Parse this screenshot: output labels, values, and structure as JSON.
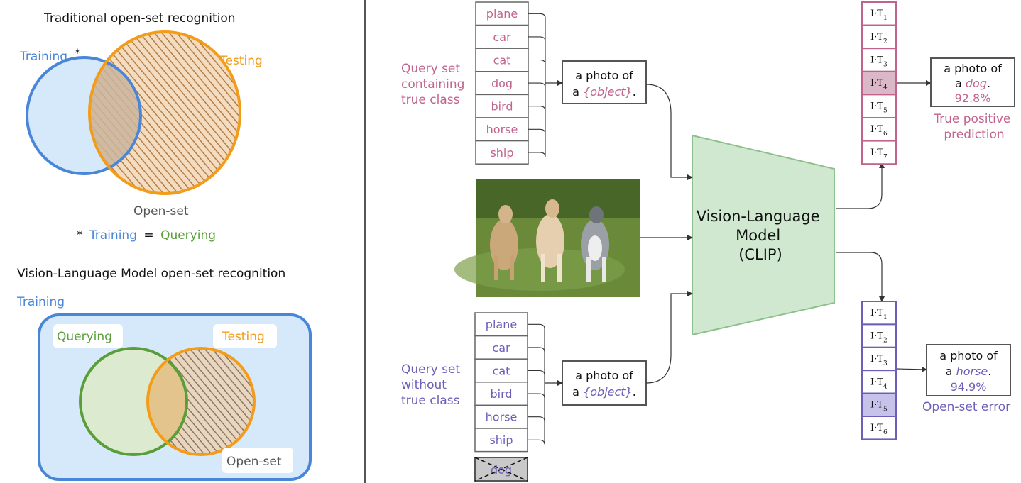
{
  "left_top": {
    "title": "Traditional open-set recognition",
    "training": "Training",
    "star": "*",
    "testing": "Testing",
    "openset": "Open-set",
    "footnote_star": "*",
    "footnote_training": "Training",
    "footnote_eq": "=",
    "footnote_querying": "Querying"
  },
  "left_bottom": {
    "title": "Vision-Language Model open-set recognition",
    "training": "Training",
    "querying": "Querying",
    "testing": "Testing",
    "openset": "Open-set"
  },
  "query_true": {
    "label": [
      "Query set",
      "containing",
      "true class"
    ],
    "classes": [
      "plane",
      "car",
      "cat",
      "dog",
      "bird",
      "horse",
      "ship"
    ],
    "prompt_line1": "a photo of",
    "prompt_a": "a",
    "prompt_obj": "{object}",
    "prompt_dot": "."
  },
  "query_false": {
    "label": [
      "Query set",
      "without",
      "true class"
    ],
    "classes": [
      "plane",
      "car",
      "cat",
      "bird",
      "horse",
      "ship"
    ],
    "removed": "dog",
    "prompt_line1": "a photo of",
    "prompt_a": "a",
    "prompt_obj": "{object}",
    "prompt_dot": "."
  },
  "model": {
    "lines": [
      "Vision-Language",
      "Model",
      "(CLIP)"
    ]
  },
  "scores_true": {
    "cells": [
      "I·T",
      "I·T",
      "I·T",
      "I·T",
      "I·T",
      "I·T",
      "I·T"
    ],
    "subs": [
      "1",
      "2",
      "3",
      "4",
      "5",
      "6",
      "7"
    ],
    "out_line1": "a photo of",
    "out_a": "a",
    "out_class": "dog",
    "out_dot": ".",
    "out_pct": "92.8%",
    "caption": [
      "True positive",
      "prediction"
    ]
  },
  "scores_false": {
    "cells": [
      "I·T",
      "I·T",
      "I·T",
      "I·T",
      "I·T",
      "I·T"
    ],
    "subs": [
      "1",
      "2",
      "3",
      "4",
      "5",
      "6"
    ],
    "out_line1": "a photo of",
    "out_a": "a",
    "out_class": "horse",
    "out_dot": ".",
    "out_pct": "94.9%",
    "caption": "Open-set error"
  },
  "colors": {
    "training": "#4a86d8",
    "testing": "#f39c1a",
    "querying": "#5a9e3a",
    "true_class": "#c0648e",
    "no_true_class": "#6b5fb8",
    "model_fill": "#cfe8cf"
  }
}
